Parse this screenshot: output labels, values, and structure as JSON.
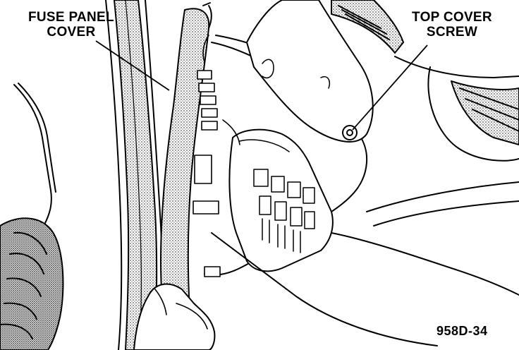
{
  "figure": {
    "labels": {
      "fuse_panel_cover": {
        "line1": "FUSE PANEL",
        "line2": "COVER"
      },
      "top_cover_screw": {
        "line1": "TOP COVER",
        "line2": "SCREW"
      }
    },
    "figure_id": "958D-34"
  },
  "colors": {
    "ink": "#000000",
    "paper": "#ffffff",
    "stipple": "#8a8a8a"
  }
}
